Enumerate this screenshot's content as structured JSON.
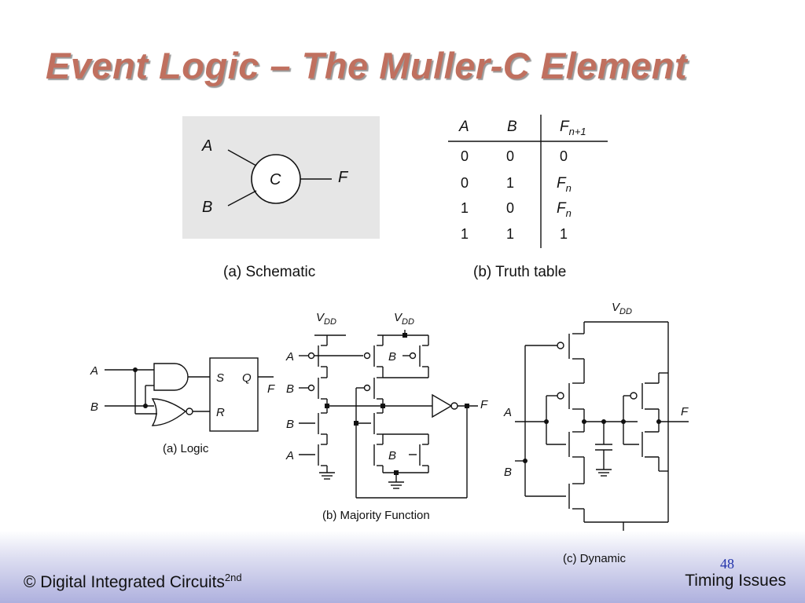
{
  "slide": {
    "title": "Event Logic – The Muller-C Element",
    "page_number": "48",
    "footer_left": "© Digital Integrated Circuits",
    "footer_left_sup": "2nd",
    "footer_right": "Timing Issues"
  },
  "schematic": {
    "caption": "(a) Schematic",
    "input_a": "A",
    "input_b": "B",
    "gate": "C",
    "output": "F"
  },
  "truth_table": {
    "caption": "(b) Truth table",
    "headers": [
      "A",
      "B",
      "F",
      "n+1"
    ],
    "rows": [
      {
        "a": "0",
        "b": "0",
        "f": "0",
        "sub": ""
      },
      {
        "a": "0",
        "b": "1",
        "f": "F",
        "sub": "n"
      },
      {
        "a": "1",
        "b": "0",
        "f": "F",
        "sub": "n"
      },
      {
        "a": "1",
        "b": "1",
        "f": "1",
        "sub": ""
      }
    ]
  },
  "logic": {
    "caption": "(a) Logic",
    "a": "A",
    "b": "B",
    "s": "S",
    "q": "Q",
    "r": "R",
    "f": "F"
  },
  "majority": {
    "caption": "(b) Majority Function",
    "vdd": "V",
    "vdd_sub": "DD",
    "labels": {
      "a1": "A",
      "b1": "B",
      "b2": "B",
      "a2": "A",
      "bp": "B",
      "bn": "B",
      "f": "F"
    }
  },
  "dynamic": {
    "caption": "(c) Dynamic",
    "vdd": "V",
    "vdd_sub": "DD",
    "a": "A",
    "b": "B",
    "f": "F"
  }
}
